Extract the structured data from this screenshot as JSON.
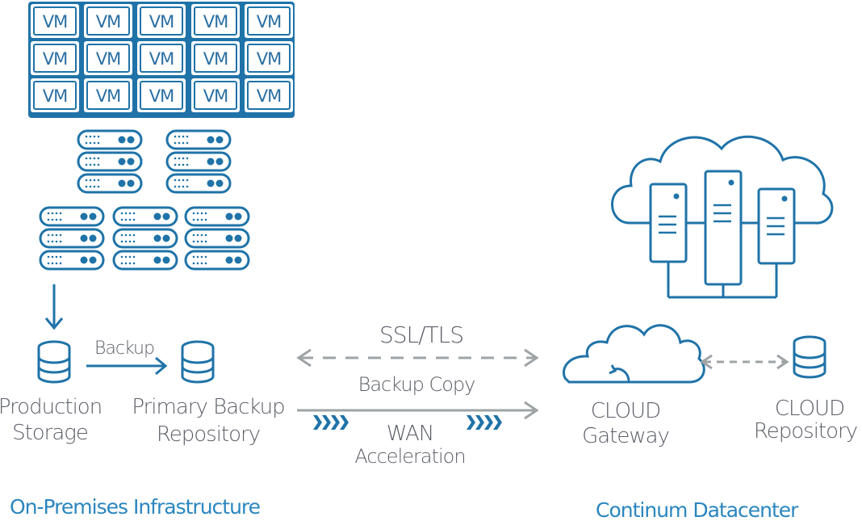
{
  "vm_grid": {
    "label": "VM"
  },
  "labels": {
    "backup": "Backup",
    "production_storage": [
      "Production",
      "Storage"
    ],
    "primary_backup_repository": [
      "Primary Backup",
      "Repository"
    ],
    "ssl_tls": "SSL/TLS",
    "backup_copy": "Backup Copy",
    "wan_acceleration": [
      "WAN",
      "Acceleration"
    ],
    "cloud_gateway": [
      "CLOUD",
      "Gateway"
    ],
    "cloud_repository": [
      "CLOUD",
      "Repository"
    ],
    "on_premises": "On-Premises Infrastructure",
    "continum_datacenter": "Continum Datacenter"
  },
  "colors": {
    "blue": "#1f73a8",
    "light_blue": "#2a86bf",
    "gray": "#9ea3a6",
    "text_gray": "#5a5e66"
  },
  "icons": [
    "vm-box-icon",
    "server-unit-icon",
    "database-icon",
    "cloud-icon",
    "server-tower-icon",
    "chevron-icon"
  ]
}
